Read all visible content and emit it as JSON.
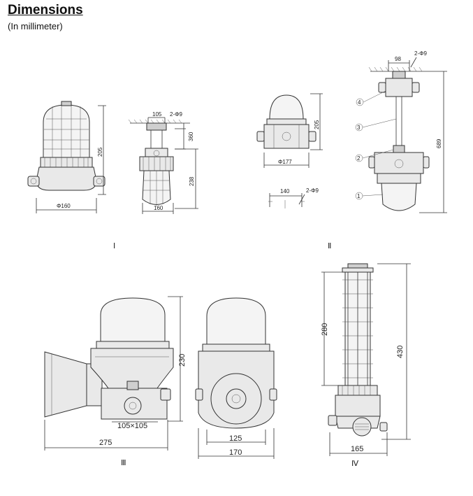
{
  "header": {
    "title": "Dimensions",
    "subtitle": "(In millimeter)"
  },
  "figures": {
    "fig1": {
      "label": "Ⅰ",
      "dims": {
        "height": "205",
        "diameter": "Φ160",
        "mount_width": "105",
        "mount_holes": "2-Φ9",
        "pendant_height": "360",
        "lamp_height": "238",
        "lamp_width": "160"
      }
    },
    "fig2": {
      "label": "Ⅱ",
      "dims": {
        "height": "205",
        "diameter": "Φ177",
        "hole_spacing": "140",
        "holes": "2-Φ9",
        "top_width": "98",
        "top_holes": "2-Φ9",
        "total_height": "689"
      },
      "callouts": [
        "4",
        "3",
        "2",
        "1"
      ]
    },
    "fig3": {
      "label": "Ⅲ",
      "dims": {
        "height": "230",
        "base": "105×105",
        "length": "275",
        "inner_width": "125",
        "outer_width": "170"
      }
    },
    "fig4": {
      "label": "Ⅳ",
      "dims": {
        "cage_height": "280",
        "total_height": "430",
        "width": "165"
      }
    }
  }
}
